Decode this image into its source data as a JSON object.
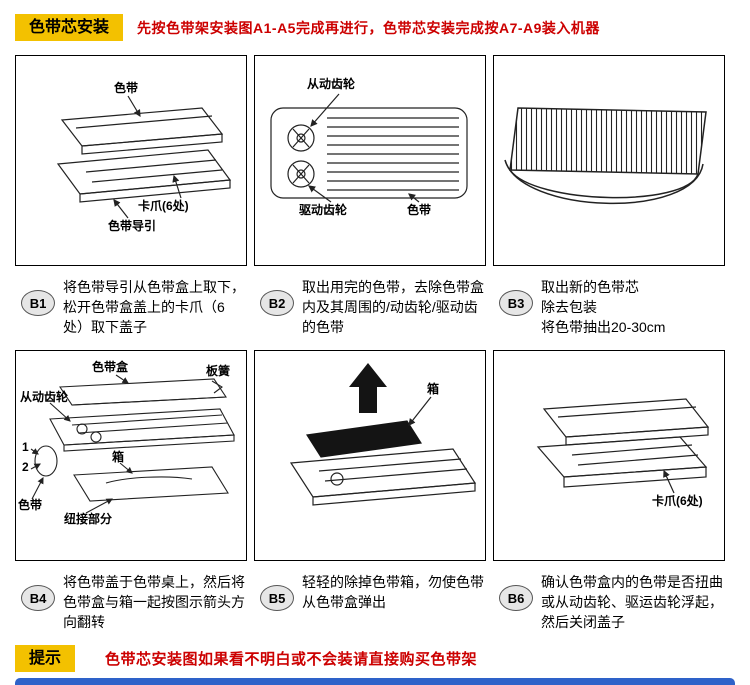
{
  "header": {
    "badge": "色带芯安装",
    "note": "先按色带架安装图A1-A5完成再进行，色带芯安装完成按A7-A9装入机器"
  },
  "footer": {
    "badge": "提示",
    "note": "色带芯安装图如果看不明白或不会装请直接购买色带架"
  },
  "steps": [
    {
      "id": "B1",
      "text": "将色带导引从色带盒上取下，松开色带盒盖上的卡爪（6处）取下盖子",
      "labels": {
        "ribbon": "色带",
        "claws": "卡爪(6处)",
        "guide": "色带导引"
      }
    },
    {
      "id": "B2",
      "text": "取出用完的色带，去除色带盒内及其周围的/动齿轮/驱动齿的色带",
      "labels": {
        "driven_gear": "从动齿轮",
        "drive_gear": "驱动齿轮",
        "ribbon": "色带"
      }
    },
    {
      "id": "B3",
      "text": "取出新的色带芯\n除去包装\n将色带抽出20-30cm",
      "labels": {}
    },
    {
      "id": "B4",
      "text": "将色带盖于色带桌上，然后将色带盒与箱一起按图示箭头方向翻转",
      "labels": {
        "ribbon_box": "色带盒",
        "leaf_spring": "板簧",
        "driven_gear": "从动齿轮",
        "box": "箱",
        "ribbon": "色带",
        "joint": "纽接部分",
        "num1": "1",
        "num2": "2"
      }
    },
    {
      "id": "B5",
      "text": "轻轻的除掉色带箱，勿使色带从色带盒弹出",
      "labels": {
        "box": "箱"
      }
    },
    {
      "id": "B6",
      "text": "确认色带盒内的色带是否扭曲或从动齿轮、驱运齿轮浮起，然后关闭盖子",
      "labels": {
        "claws": "卡爪(6处)"
      }
    }
  ],
  "colors": {
    "accent_yellow": "#f3c100",
    "note_red": "#cc0000",
    "strip_blue": "#2e62c9"
  }
}
